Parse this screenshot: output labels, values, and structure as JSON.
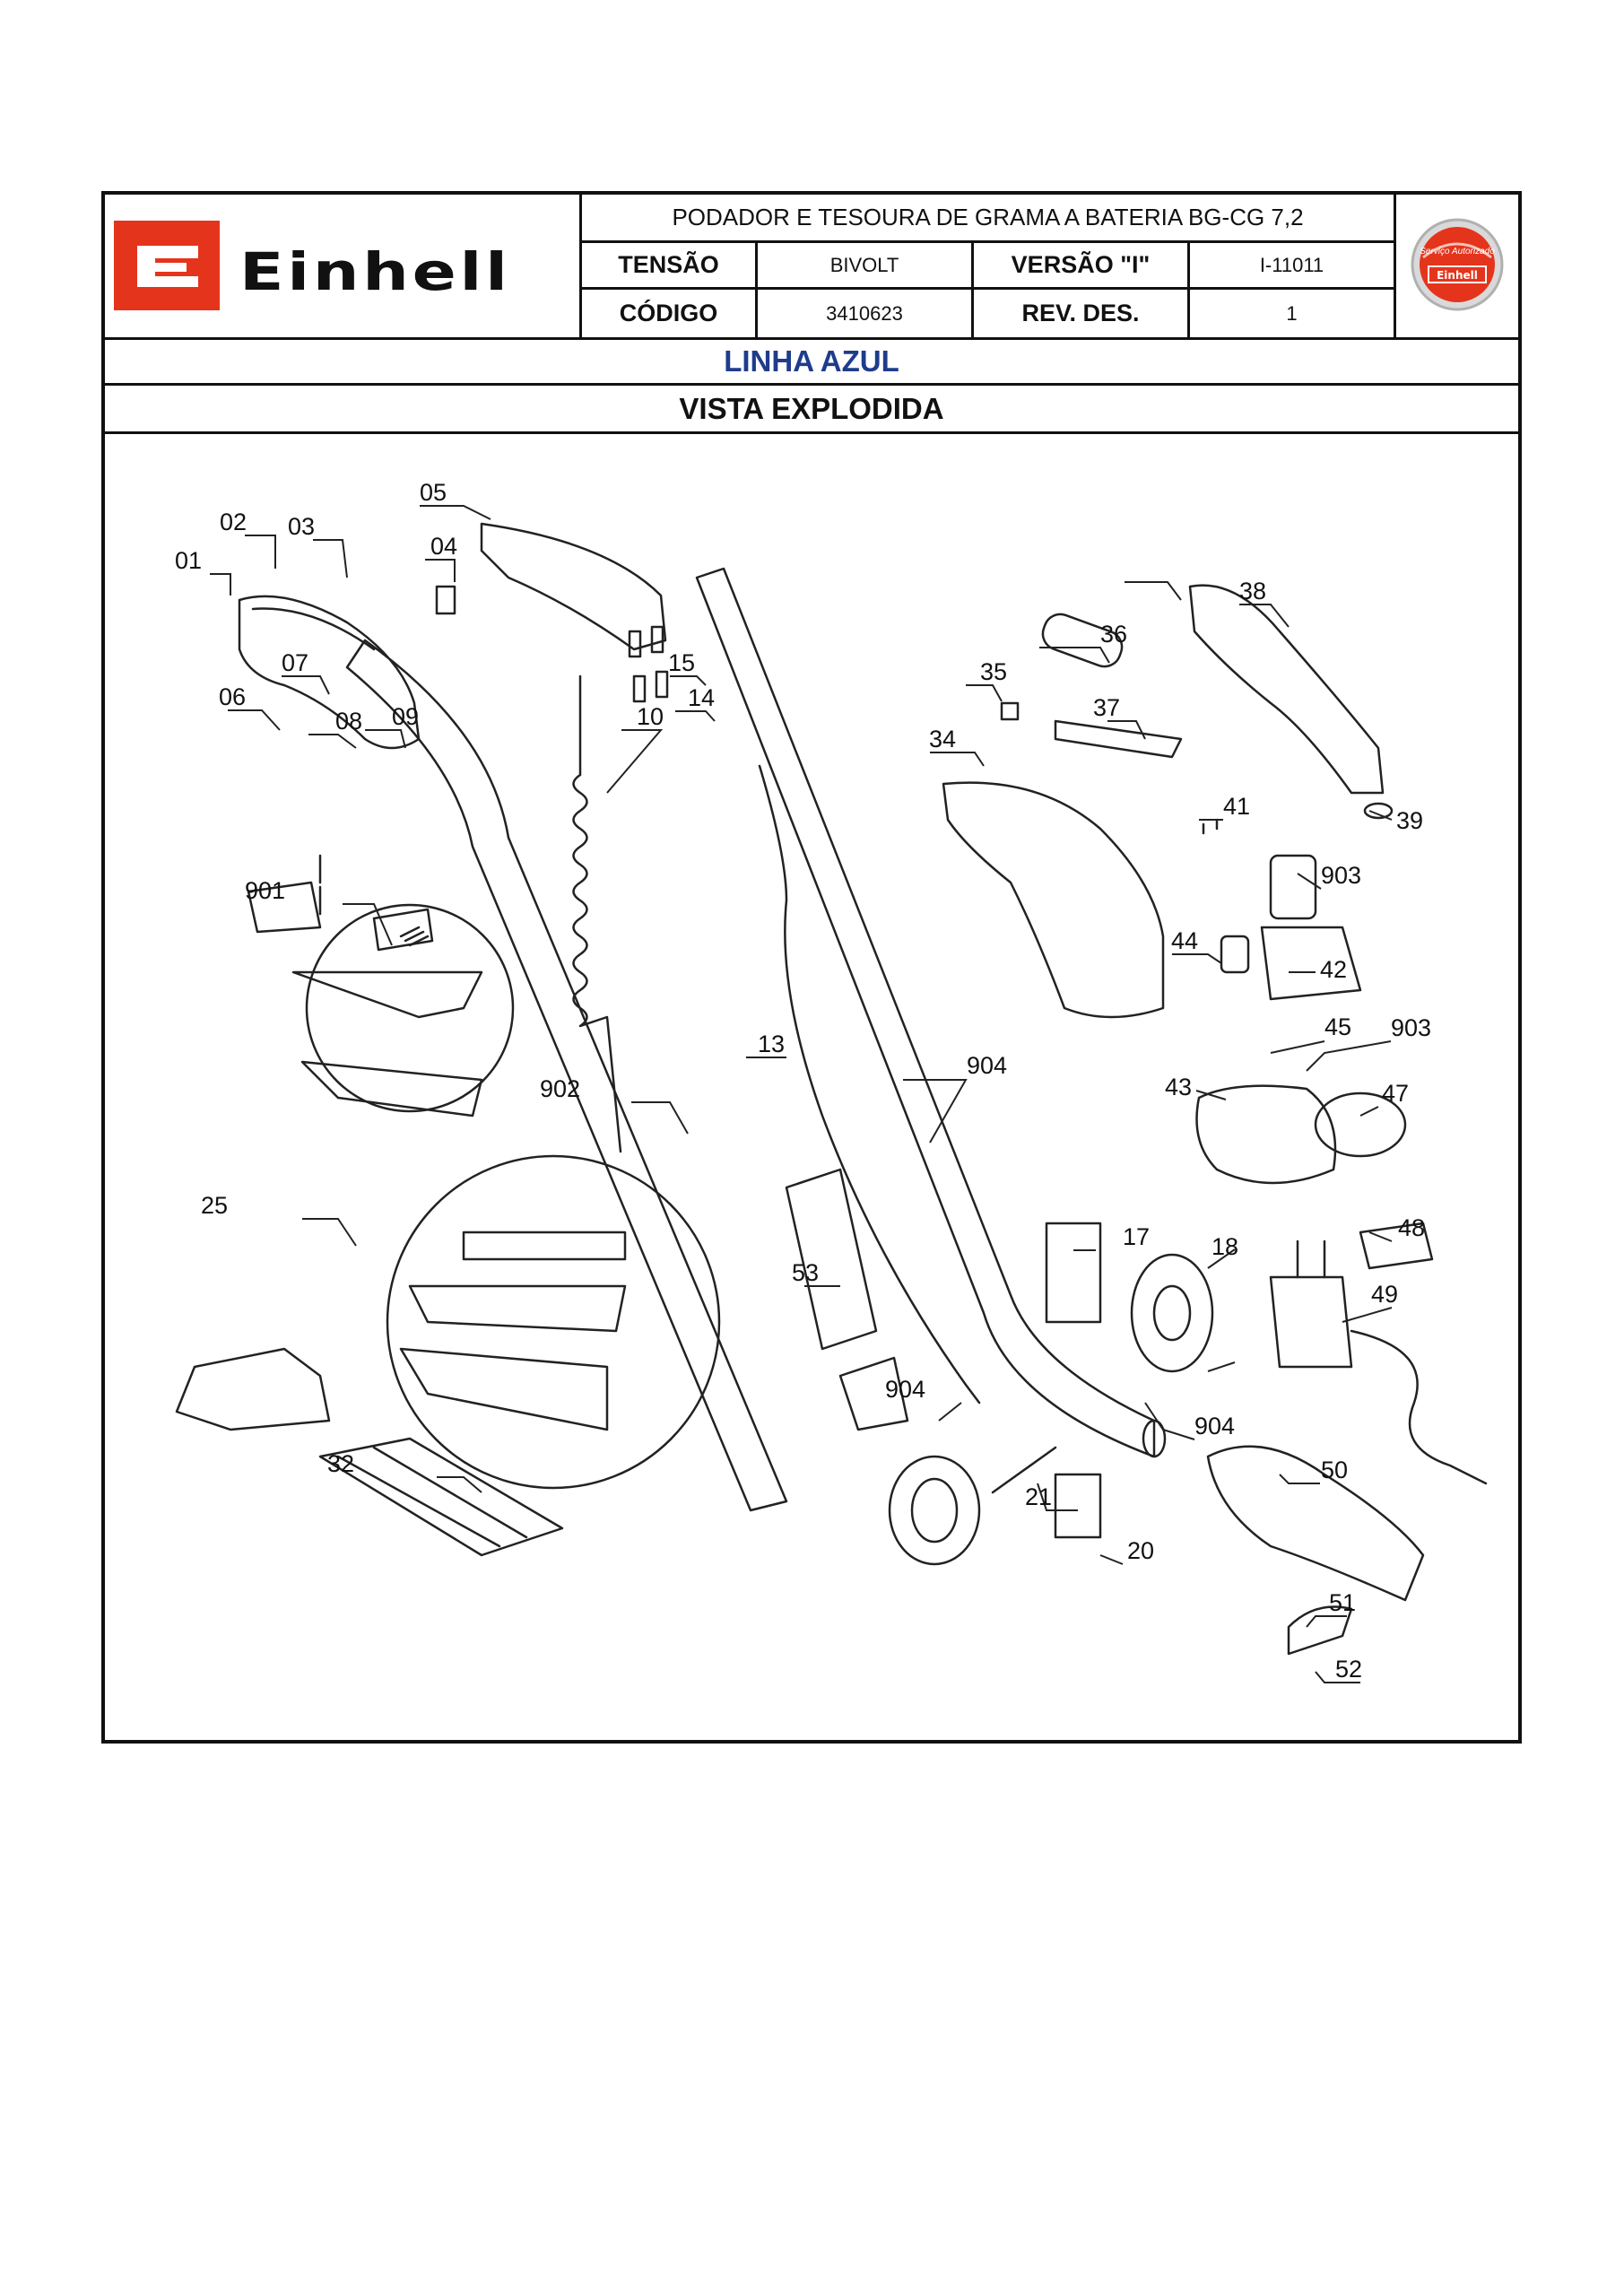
{
  "header": {
    "brand": "Einhell",
    "title": "PODADOR E TESOURA DE GRAMA A BATERIA BG-CG 7,2",
    "tensao_label": "TENSÃO",
    "tensao_value": "BIVOLT",
    "versao_label": "VERSÃO \"I\"",
    "versao_value": "I-11011",
    "codigo_label": "CÓDIGO",
    "codigo_value": "3410623",
    "rev_label": "REV. DES.",
    "rev_value": "1",
    "seal_text": "Serviço Autorizado",
    "seal_brand": "Einhell"
  },
  "bands": {
    "line": "LINHA AZUL",
    "view": "VISTA EXPLODIDA"
  },
  "colors": {
    "brand_red": "#e5341c",
    "band_blue": "#1f3c8c"
  },
  "parts": [
    "01",
    "02",
    "03",
    "04",
    "05",
    "06",
    "07",
    "08",
    "09",
    "10",
    "13",
    "14",
    "15",
    "17",
    "18",
    "20",
    "21",
    "25",
    "32",
    "34",
    "35",
    "36",
    "37",
    "38",
    "39",
    "41",
    "42",
    "43",
    "44",
    "45",
    "47",
    "48",
    "49",
    "50",
    "51",
    "52",
    "53",
    "901",
    "902",
    "903",
    "903",
    "904",
    "904",
    "904",
    "904"
  ]
}
